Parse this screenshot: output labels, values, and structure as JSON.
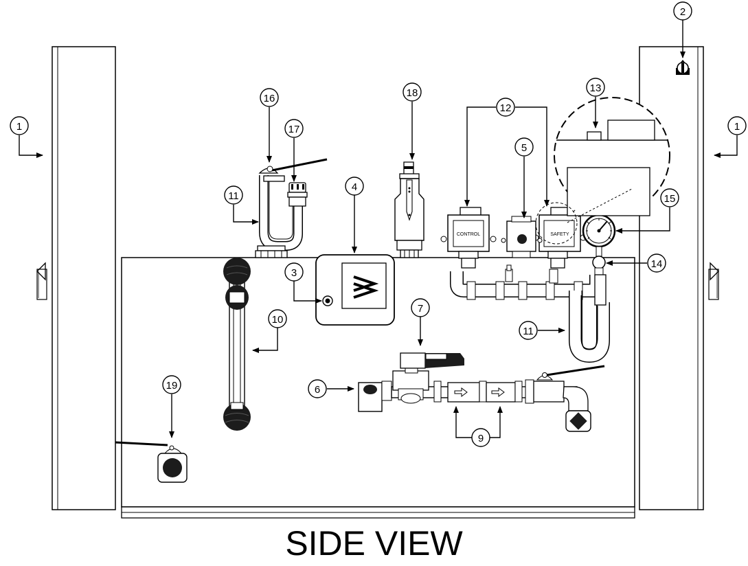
{
  "title": "SIDE VIEW",
  "device_labels": {
    "control": "CONTROL",
    "safety": "SAFETY"
  },
  "callouts": {
    "c1_left": "1",
    "c1_right": "1",
    "c2": "2",
    "c3": "3",
    "c4": "4",
    "c5": "5",
    "c6": "6",
    "c7": "7",
    "c9": "9",
    "c10": "10",
    "c11_left": "11",
    "c11_right": "11",
    "c12": "12",
    "c13": "13",
    "c14": "14",
    "c15": "15",
    "c16": "16",
    "c17": "17",
    "c18": "18",
    "c19": "19"
  }
}
